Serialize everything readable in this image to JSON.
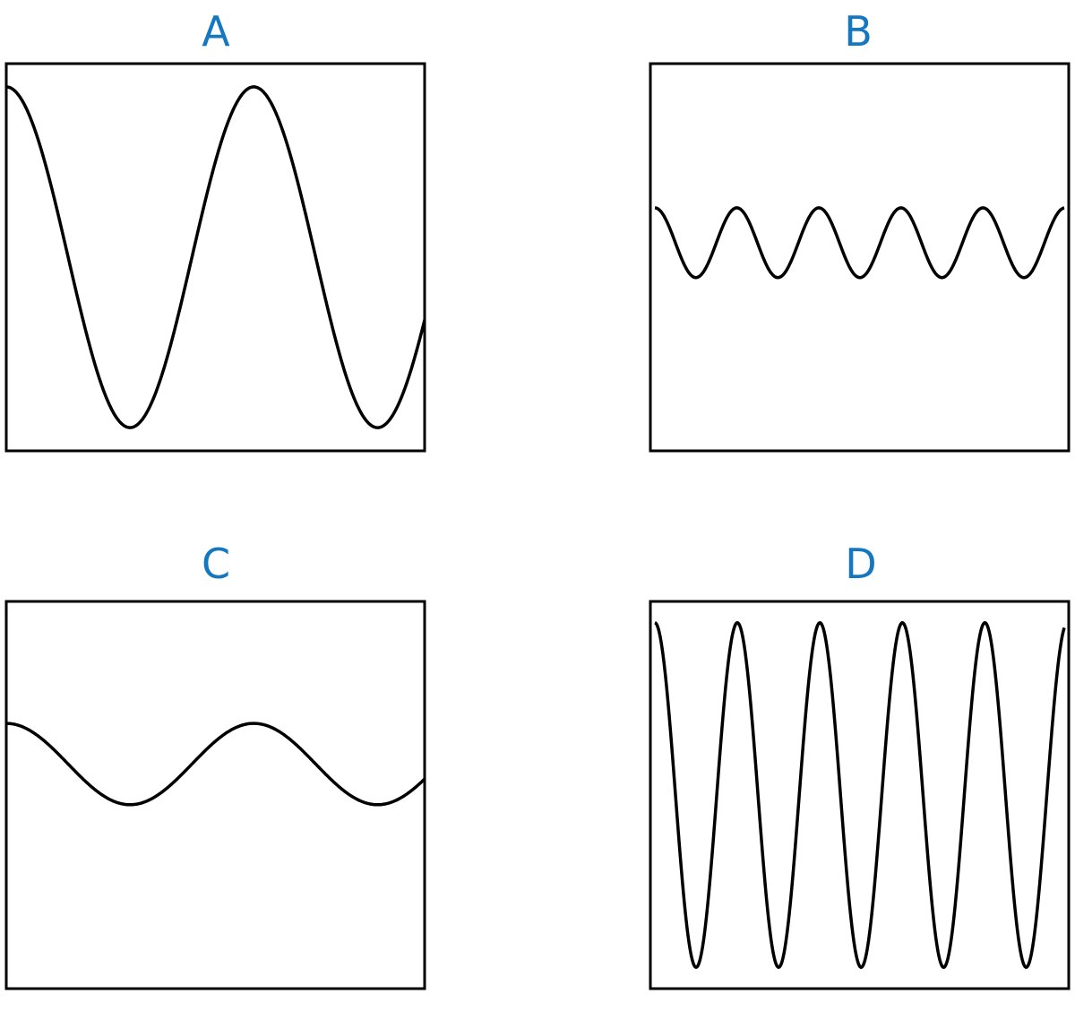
{
  "colors": {
    "label": "#1477c0",
    "line": "#000000"
  },
  "panels": [
    {
      "label": "A",
      "amplitude": 0.88,
      "cycles": 1.69,
      "offset": 0.0,
      "start_phase": "peak"
    },
    {
      "label": "B",
      "amplitude": 0.18,
      "cycles": 5.1,
      "offset": 0.075,
      "start_phase": "peak"
    },
    {
      "label": "C",
      "amplitude": 0.21,
      "cycles": 1.69,
      "offset": 0.16,
      "start_phase": "peak"
    },
    {
      "label": "D",
      "amplitude": 0.89,
      "cycles": 5.07,
      "offset": 0.0,
      "start_phase": "peak"
    }
  ]
}
